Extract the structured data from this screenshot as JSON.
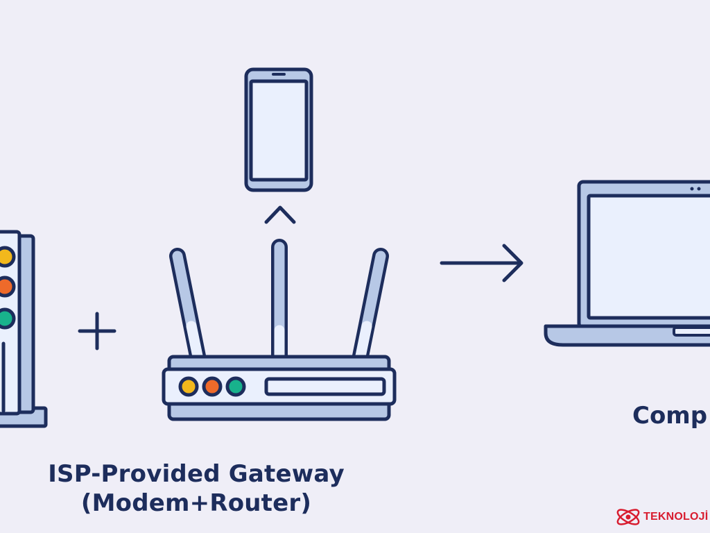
{
  "gateway": {
    "caption_line1": "ISP-Provided Gateway",
    "caption_line2": "(Modem+Router)"
  },
  "computer": {
    "caption": "Comp"
  },
  "watermark": {
    "text": "TEKNOLOJİ",
    "logo": "atom-logo-icon"
  },
  "icons": {
    "modem": "modem-icon",
    "plus": "plus-icon",
    "router": "router-icon",
    "phone": "smartphone-icon",
    "up": "chevron-up-icon",
    "arrow": "arrow-right-icon",
    "laptop": "laptop-icon"
  },
  "colors": {
    "background": "#efeef7",
    "outline": "#1d2d5c",
    "body": "#b7c8e6",
    "screen": "#eaf0fd",
    "led_yellow": "#f2b81c",
    "led_orange": "#ee6a2a",
    "led_green": "#18b28c",
    "brand_red": "#d81c2f"
  }
}
